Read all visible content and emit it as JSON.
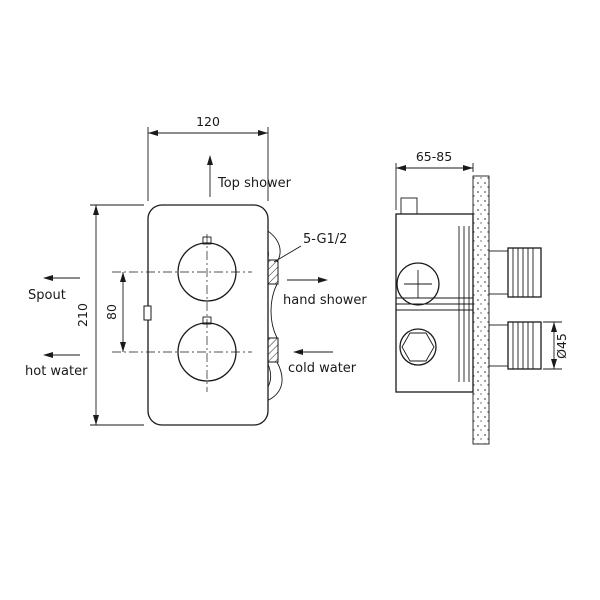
{
  "page": {
    "background": "#ffffff",
    "line_color": "#1a1a1a",
    "drawing_type": "thermostatic shower mixer valve installation drawing"
  },
  "front_view": {
    "labels": {
      "top_shower": "Top shower",
      "spout": "Spout",
      "hot_water": "hot water",
      "hand_shower": "hand shower",
      "cold_water": "cold water",
      "thread": "5-G1/2"
    },
    "dimensions": {
      "width": "120",
      "height": "210",
      "handle_spacing": "80"
    }
  },
  "side_view": {
    "dimensions": {
      "depth_range": "65-85",
      "handle_diameter": "Ø45"
    }
  }
}
